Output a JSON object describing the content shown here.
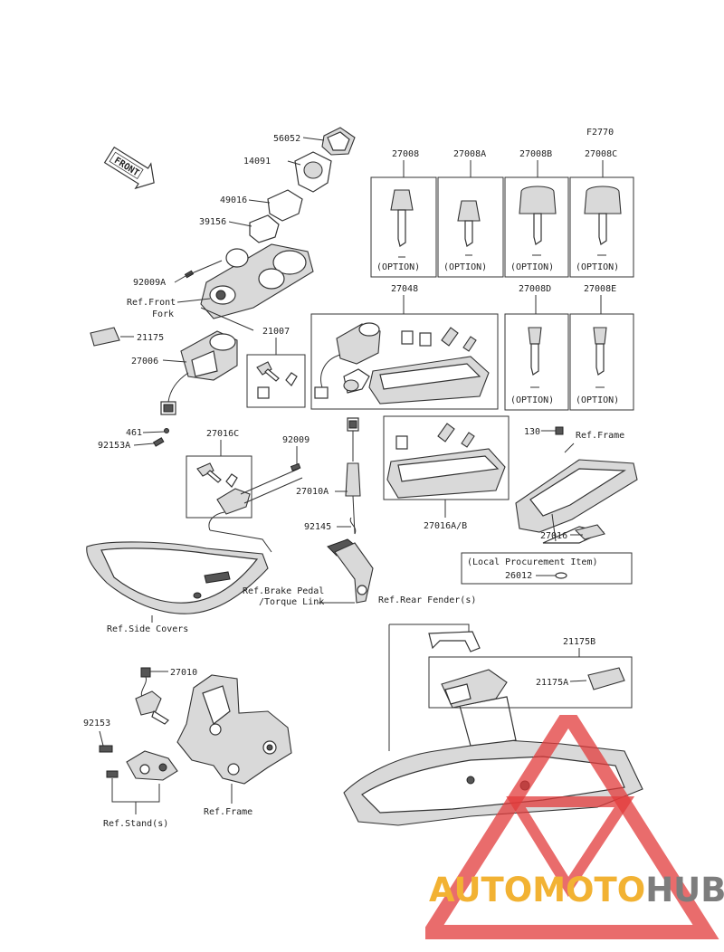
{
  "figure_code": "F2770",
  "front_marker": "FRONT",
  "option_text": "(OPTION)",
  "labels": {
    "p56052": "56052",
    "p14091": "14091",
    "p49016": "49016",
    "p39156": "39156",
    "p92009A": "92009A",
    "ref_front_fork_1": "Ref.Front",
    "ref_front_fork_2": "Fork",
    "p21175": "21175",
    "p27006": "27006",
    "p461": "461",
    "p92153A": "92153A",
    "p21007": "21007",
    "p27048": "27048",
    "p27008": "27008",
    "p27008A": "27008A",
    "p27008B": "27008B",
    "p27008C": "27008C",
    "p27008D": "27008D",
    "p27008E": "27008E",
    "p27016C": "27016C",
    "p92009": "92009",
    "p27010A": "27010A",
    "p92145": "92145",
    "p27016AB": "27016A/B",
    "p130": "130",
    "ref_frame_top": "Ref.Frame",
    "p27016": "27016",
    "local_procurement": "(Local Procurement Item)",
    "p26012": "26012",
    "ref_brake_1": "Ref.Brake Pedal",
    "ref_brake_2": "/Torque Link",
    "ref_side_covers": "Ref.Side Covers",
    "ref_rear_fender": "Ref.Rear Fender(s)",
    "p21175B": "21175B",
    "p21175A": "21175A",
    "p27010": "27010",
    "p92153": "92153",
    "ref_frame_bottom": "Ref.Frame",
    "ref_stands": "Ref.Stand(s)"
  },
  "watermark": {
    "part1": "AUTOMOTO",
    "part2": "HUB",
    "color_primary": "#f2b233",
    "color_secondary": "#7d7d7d",
    "color_triangle": "#e23b3b"
  }
}
